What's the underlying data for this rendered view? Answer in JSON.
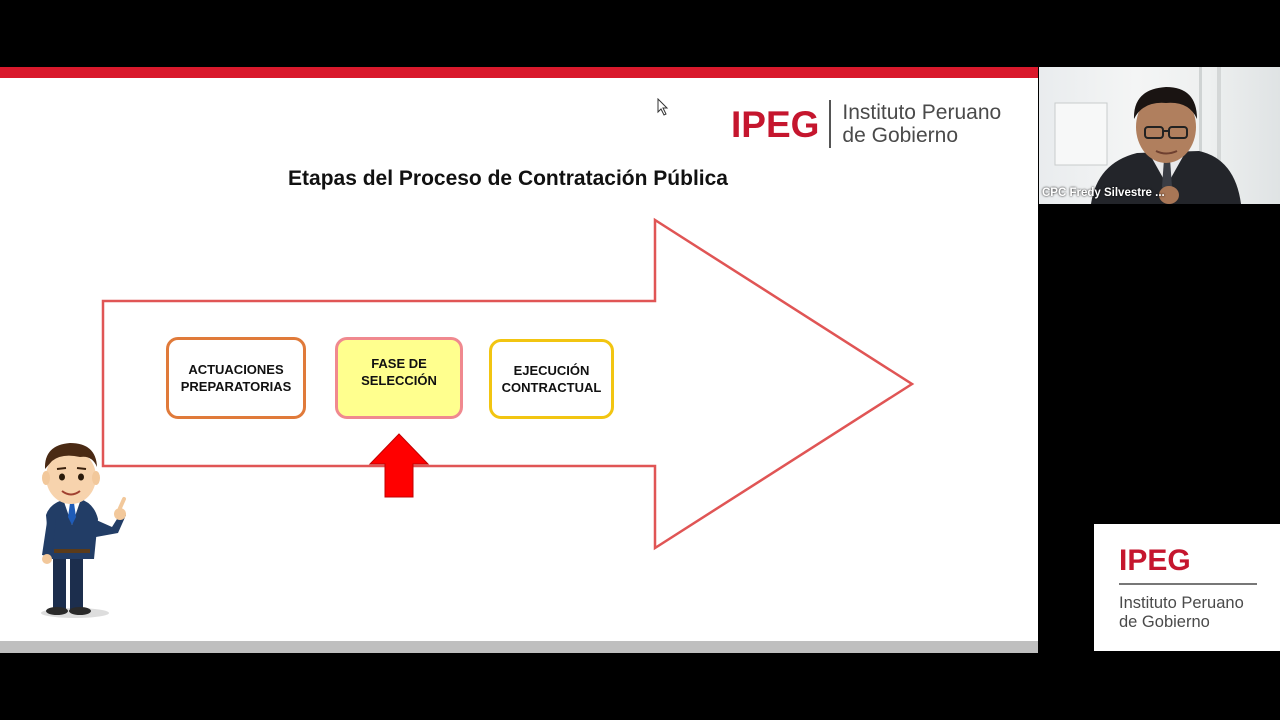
{
  "slide": {
    "brand": {
      "mark": "IPEG",
      "name_line1": "Instituto Peruano",
      "name_line2": "de Gobierno"
    },
    "title": "Etapas del Proceso de Contratación Pública",
    "stages": [
      {
        "line1": "ACTUACIONES",
        "line2": "PREPARATORIAS"
      },
      {
        "line1": "FASE DE",
        "line2": "SELECCIÓN"
      },
      {
        "line1": "EJECUCIÓN",
        "line2": "CONTRACTUAL"
      }
    ]
  },
  "webcam": {
    "participant_name": "CPC Fredy Silvestre ..."
  },
  "corner_logo": {
    "mark": "IPEG",
    "name_line1": "Instituto Peruano",
    "name_line2": "de Gobierno"
  },
  "colors": {
    "brand_red": "#c5162e",
    "top_bar": "#d9192c",
    "arrow_outline": "#e05555",
    "highlight_arrow": "#ff0000",
    "selected_stage_fill": "#ffff8e"
  }
}
